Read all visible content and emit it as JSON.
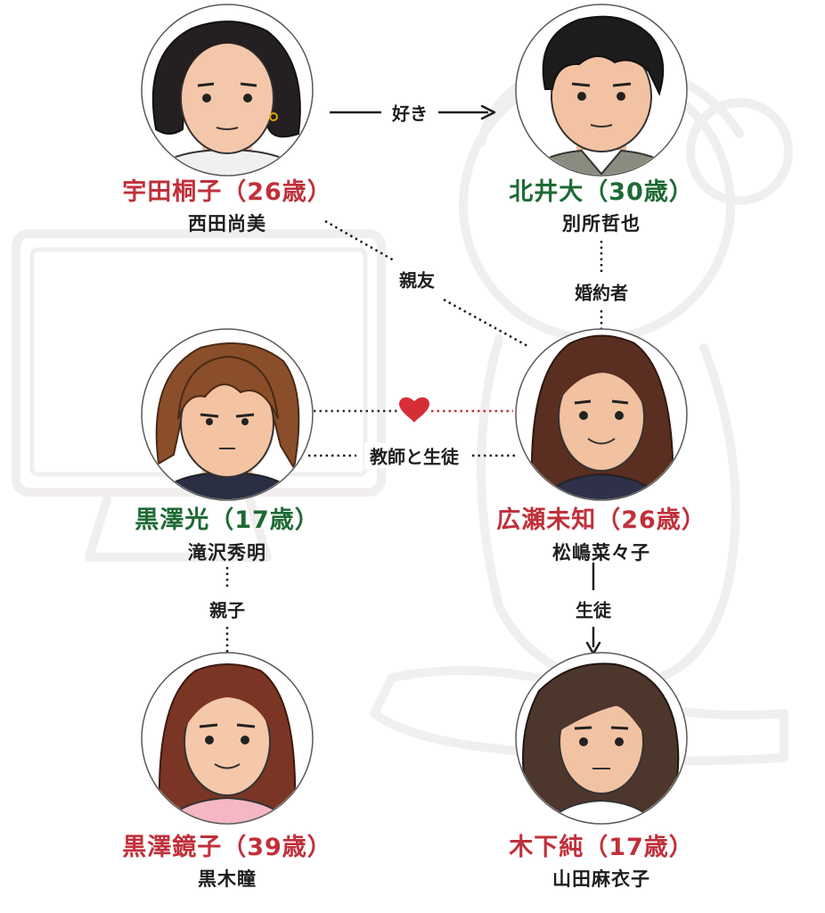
{
  "characters": [
    {
      "role": "宇田桐子（26歳）",
      "actor": "西田尚美"
    },
    {
      "role": "北井大（30歳）",
      "actor": "別所哲也"
    },
    {
      "role": "黒澤光（17歳）",
      "actor": "滝沢秀明"
    },
    {
      "role": "広瀬未知（26歳）",
      "actor": "松嶋菜々子"
    },
    {
      "role": "黒澤鏡子（39歳）",
      "actor": "黒木瞳"
    },
    {
      "role": "木下純（17歳）",
      "actor": "山田麻衣子"
    }
  ],
  "relations": {
    "like": "好き",
    "best_friend": "親友",
    "fiance": "婚約者",
    "teacher_student": "教師と生徒",
    "parent_child": "親子",
    "student": "生徒"
  },
  "colors": {
    "red_name": "#c0303a",
    "green_name": "#1e6a34",
    "heart": "#d62d37"
  }
}
